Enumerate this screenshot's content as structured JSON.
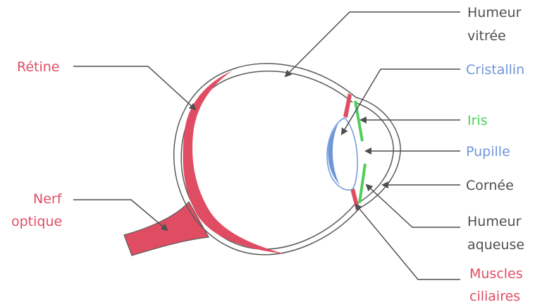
{
  "colors": {
    "red": "#e04d63",
    "blue": "#6f97d8",
    "green": "#4fcf5a",
    "gray": "#4f4f4f",
    "outline": "#5a5a5a"
  },
  "labels": {
    "humeur_vitree": [
      "Humeur",
      "vitrée"
    ],
    "retine": "Rétine",
    "cristallin": "Cristallin",
    "iris": "Iris",
    "pupille": "Pupille",
    "cornee": "Cornée",
    "nerf_optique": [
      "Nerf",
      "optique"
    ],
    "humeur_aqueuse": [
      "Humeur",
      "aqueuse"
    ],
    "muscles_ciliaires": [
      "Muscles",
      "ciliaires"
    ]
  }
}
